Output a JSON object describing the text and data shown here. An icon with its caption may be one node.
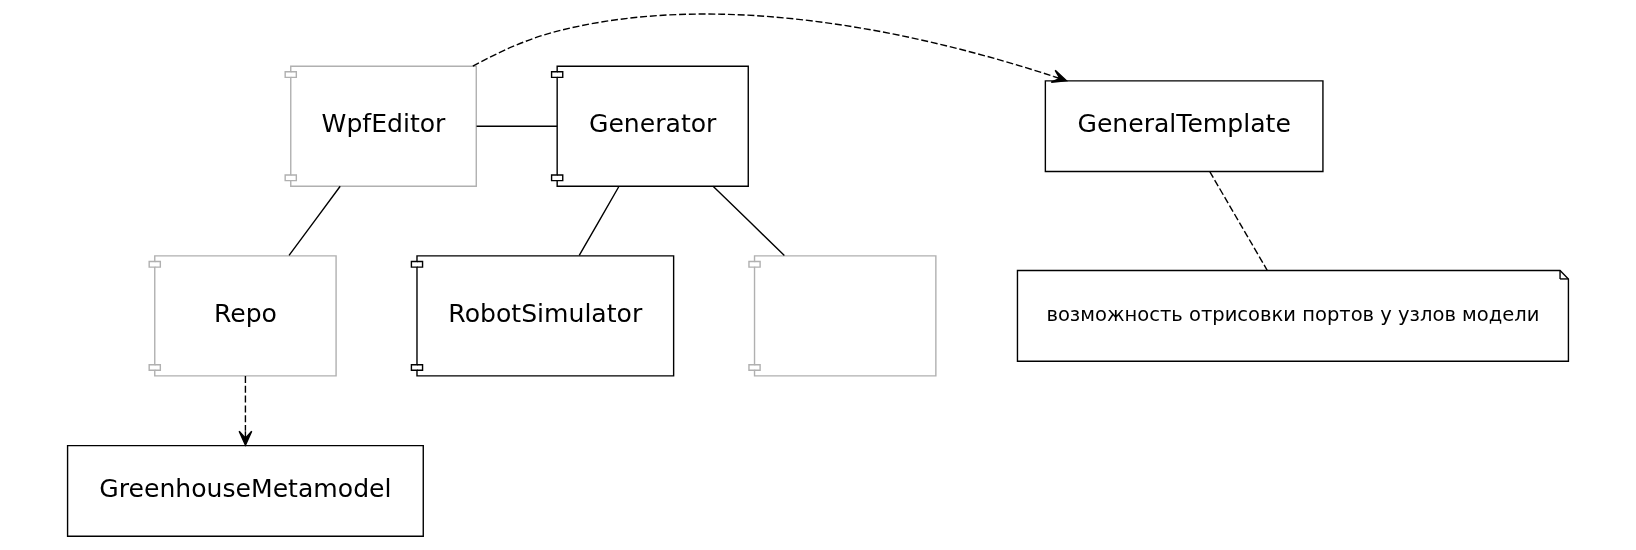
{
  "diagram": {
    "nodes": [
      {
        "text": [
          "GeneralTemplate"
        ]
      },
      {
        "text": [
          "WpfEditor"
        ]
      },
      {
        "text": [
          "Generator"
        ]
      },
      {
        "text": [
          "возможность отрисовки портов у узлов модели"
        ]
      },
      {
        "text": [
          "Repo"
        ]
      },
      {
        "text": [],
        "shape": "component"
      },
      {
        "text": [
          "RobotSimulator"
        ]
      },
      {
        "text": [
          "GreenhouseMetamodel"
        ]
      }
    ],
    "edges": [
      {
        "from": 1,
        "to": 0,
        "arrow": "to",
        "style": "dashed"
      },
      {
        "from": 0,
        "to": 3,
        "arrow": "none",
        "style": "dashed"
      },
      {
        "from": 1,
        "to": 2,
        "arrow": "none"
      },
      {
        "from": 1,
        "to": 4,
        "arrow": "none"
      },
      {
        "from": 4,
        "to": 7,
        "arrow": "to",
        "style": "dashed"
      },
      {
        "from": 2,
        "to": 5,
        "arrow": "none"
      },
      {
        "from": 2,
        "to": 6,
        "arrow": "none"
      }
    ]
  }
}
